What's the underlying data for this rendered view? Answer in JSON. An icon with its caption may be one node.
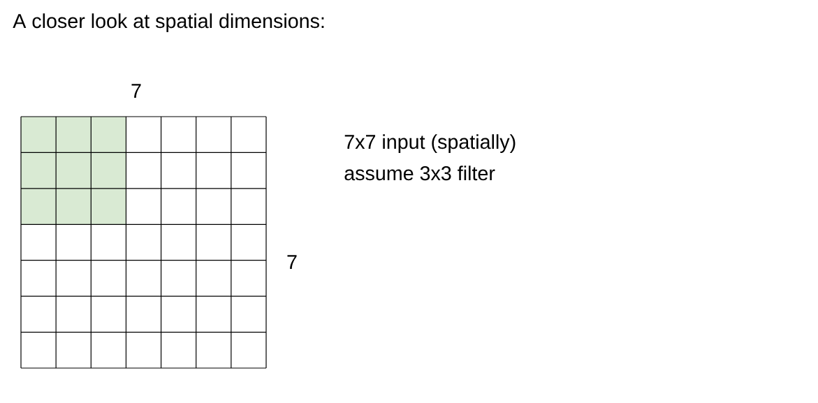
{
  "diagram": {
    "title": "A closer look at spatial dimensions:",
    "labels": [
      "7",
      "7",
      "7x7 input (spatially)",
      "assume 3x3 filter"
    ]
  }
}
